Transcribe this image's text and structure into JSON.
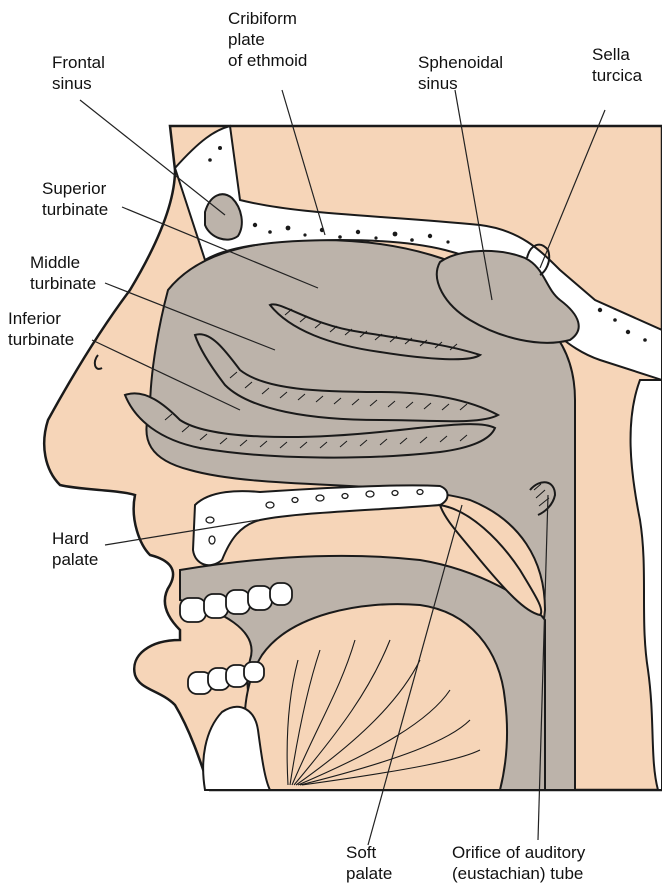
{
  "labels": {
    "frontal_sinus": "Frontal\nsinus",
    "cribiform_plate": "Cribiform\nplate\nof ethmoid",
    "sphenoidal_sinus": "Sphenoidal\nsinus",
    "sella_turcica": "Sella\nturcica",
    "superior_turbinate": "Superior\nturbinate",
    "middle_turbinate": "Middle\nturbinate",
    "inferior_turbinate": "Inferior\nturbinate",
    "hard_palate": "Hard\npalate",
    "soft_palate": "Soft\npalate",
    "auditory_tube": "Orifice of auditory\n(eustachian) tube"
  },
  "colors": {
    "skin": "#f6d5b8",
    "cavity": "#bcb3aa",
    "bone": "#ffffff",
    "outline": "#1a1a1a",
    "leader": "#222222"
  }
}
